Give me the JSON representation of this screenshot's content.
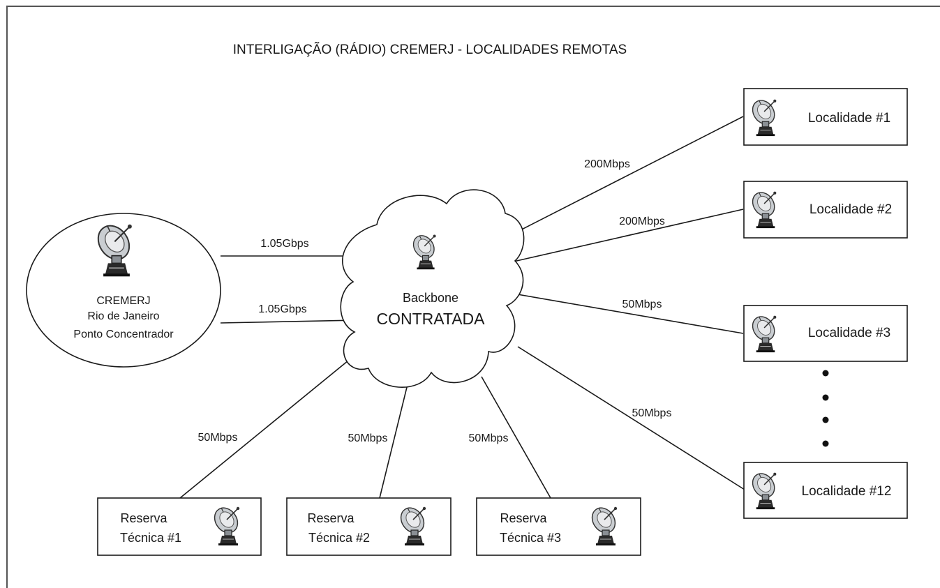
{
  "title": "INTERLIGAÇÃO (RÁDIO) CREMERJ - LOCALIDADES REMOTAS",
  "hub": {
    "line1": "CREMERJ",
    "line2": "Rio de Janeiro",
    "line3": "Ponto Concentrador"
  },
  "backbone": {
    "line1": "Backbone",
    "line2": "CONTRATADA"
  },
  "hub_links": [
    "1.05Gbps",
    "1.05Gbps"
  ],
  "localidades": [
    {
      "label": "Localidade #1",
      "speed": "200Mbps"
    },
    {
      "label": "Localidade #2",
      "speed": "200Mbps"
    },
    {
      "label": "Localidade #3",
      "speed": "50Mbps"
    },
    {
      "label": "Localidade #12",
      "speed": "50Mbps"
    }
  ],
  "reservas": [
    {
      "line1": "Reserva",
      "line2": "Técnica  #1",
      "speed": "50Mbps"
    },
    {
      "line1": "Reserva",
      "line2": "Técnica  #2",
      "speed": "50Mbps"
    },
    {
      "line1": "Reserva",
      "line2": "Técnica  #3",
      "speed": "50Mbps"
    }
  ],
  "icons": {
    "antenna": "satellite-dish-icon",
    "ellipsis": "vertical-dots"
  }
}
